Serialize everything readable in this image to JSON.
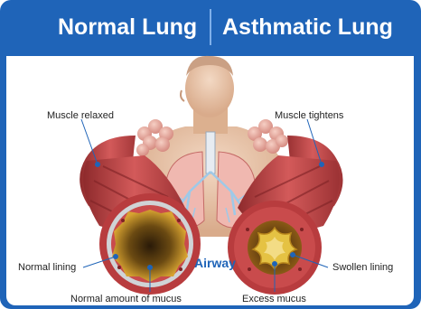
{
  "header": {
    "left_title": "Normal Lung",
    "right_title": "Asthmatic Lung"
  },
  "labels": {
    "muscle_relaxed": "Muscle relaxed",
    "muscle_tightens": "Muscle tightens",
    "normal_lining": "Normal lining",
    "normal_mucus": "Normal amount of mucus",
    "airway": "Airway",
    "swollen_lining": "Swollen lining",
    "excess_mucus": "Excess mucus"
  },
  "colors": {
    "header_blue": "#1f64b8",
    "muscle_red": "#c9484a",
    "mucus_gold": "#d9a52c",
    "skin": "#e8c4a8"
  }
}
